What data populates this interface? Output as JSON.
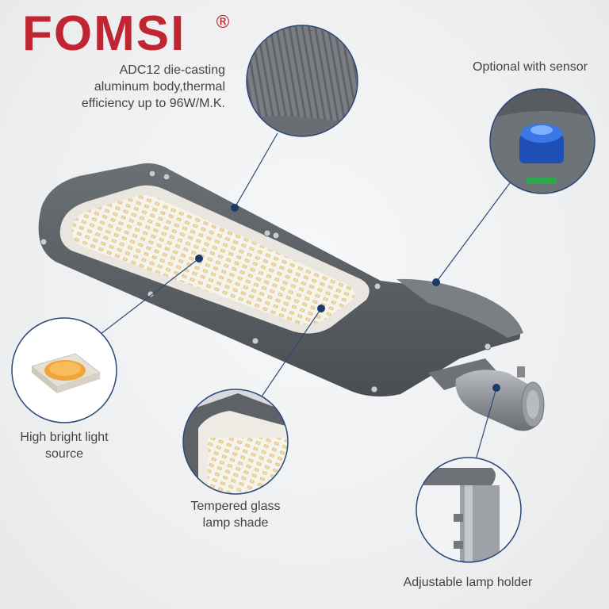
{
  "brand": {
    "name": "FOMSI",
    "registered_mark": "®",
    "color": "#c02631"
  },
  "callouts": {
    "body": "ADC12 die-casting aluminum body,thermal efficiency up to 96W/M.K.",
    "sensor": "Optional with sensor",
    "light_source": "High bright light source",
    "glass": "Tempered glass lamp shade",
    "holder": "Adjustable lamp holder"
  },
  "colors": {
    "housing": "#5e6267",
    "led_panel": "#f4f1ea",
    "accent_dot": "#1d3a66",
    "circle_border": "#2a4a7a"
  }
}
